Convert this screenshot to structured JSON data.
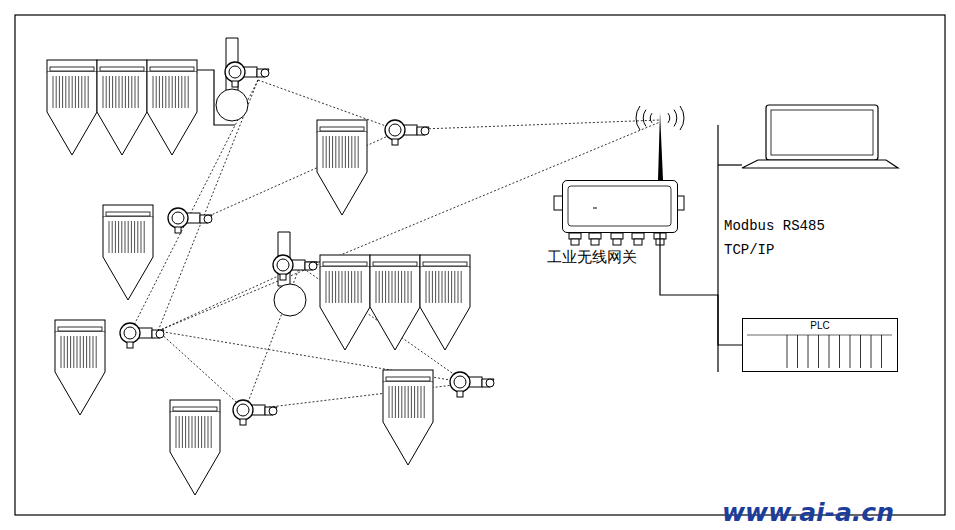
{
  "diagram": {
    "nodes": [
      {
        "text": [
          "工业无线网关"
        ]
      },
      {
        "text": [
          "PLC"
        ]
      }
    ],
    "edges": [
      {
        "from": 0,
        "to": 1,
        "arrow": "none"
      }
    ],
    "labels": [
      "Modbus RS485",
      "TCP/IP",
      "www.ai-a.cn"
    ]
  }
}
